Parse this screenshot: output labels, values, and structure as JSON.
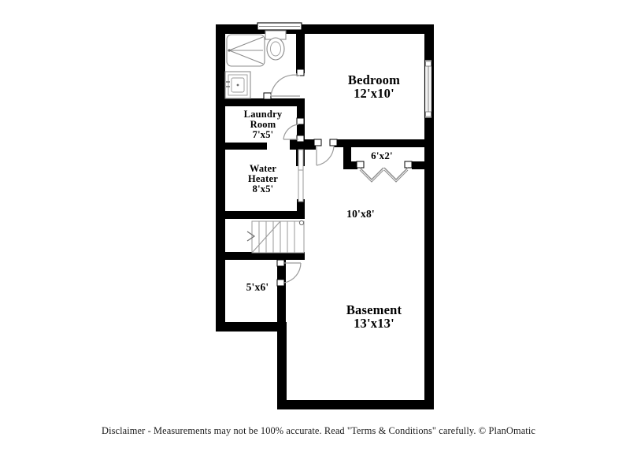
{
  "document": {
    "type": "floor-plan",
    "level": "Basement",
    "background_color": "#ffffff",
    "wall_color": "#000000",
    "fixture_line_color": "#8c8c8c"
  },
  "rooms": [
    {
      "key": "bedroom",
      "name": "Bedroom",
      "dimensions": "12'x10'"
    },
    {
      "key": "laundry",
      "name": "Laundry\nRoom",
      "name_line1": "Laundry",
      "name_line2": "Room",
      "dimensions": "7'x5'"
    },
    {
      "key": "water",
      "name_line1": "Water",
      "name_line2": "Heater",
      "dimensions": "8'x5'"
    },
    {
      "key": "closet",
      "name": "",
      "dimensions": "6'x2'"
    },
    {
      "key": "hall",
      "name": "",
      "dimensions": "10'x8'"
    },
    {
      "key": "storage",
      "name": "",
      "dimensions": "5'x6'"
    },
    {
      "key": "basement",
      "name": "Basement",
      "dimensions": "13'x13'"
    }
  ],
  "labels": {
    "bedroom_name": "Bedroom",
    "bedroom_dims": "12'x10'",
    "laundry_name_1": "Laundry",
    "laundry_name_2": "Room",
    "laundry_dims": "7'x5'",
    "water_name_1": "Water",
    "water_name_2": "Heater",
    "water_dims": "8'x5'",
    "closet_dims": "6'x2'",
    "hall_dims": "10'x8'",
    "storage_dims": "5'x6'",
    "basement_name": "Basement",
    "basement_dims": "13'x13'"
  },
  "fixtures": [
    {
      "name": "bathtub-shower",
      "room": "bathroom"
    },
    {
      "name": "toilet",
      "room": "bathroom"
    },
    {
      "name": "sink-vanity",
      "room": "bathroom"
    },
    {
      "name": "staircase",
      "room": "stairs"
    }
  ],
  "openings": [
    {
      "name": "bathroom-window",
      "type": "window",
      "orientation": "horizontal"
    },
    {
      "name": "bedroom-window",
      "type": "window",
      "orientation": "vertical"
    },
    {
      "name": "bathroom-door",
      "type": "swing-door"
    },
    {
      "name": "laundry-door",
      "type": "swing-door"
    },
    {
      "name": "hall-door",
      "type": "swing-door"
    },
    {
      "name": "storage-door",
      "type": "swing-door"
    },
    {
      "name": "closet-door-left",
      "type": "bifold-door"
    },
    {
      "name": "closet-door-right",
      "type": "bifold-door"
    }
  ],
  "footer": {
    "disclaimer": "Disclaimer - Measurements may not be 100% accurate. Read \"Terms & Conditions\" carefully. © PlanOmatic"
  }
}
